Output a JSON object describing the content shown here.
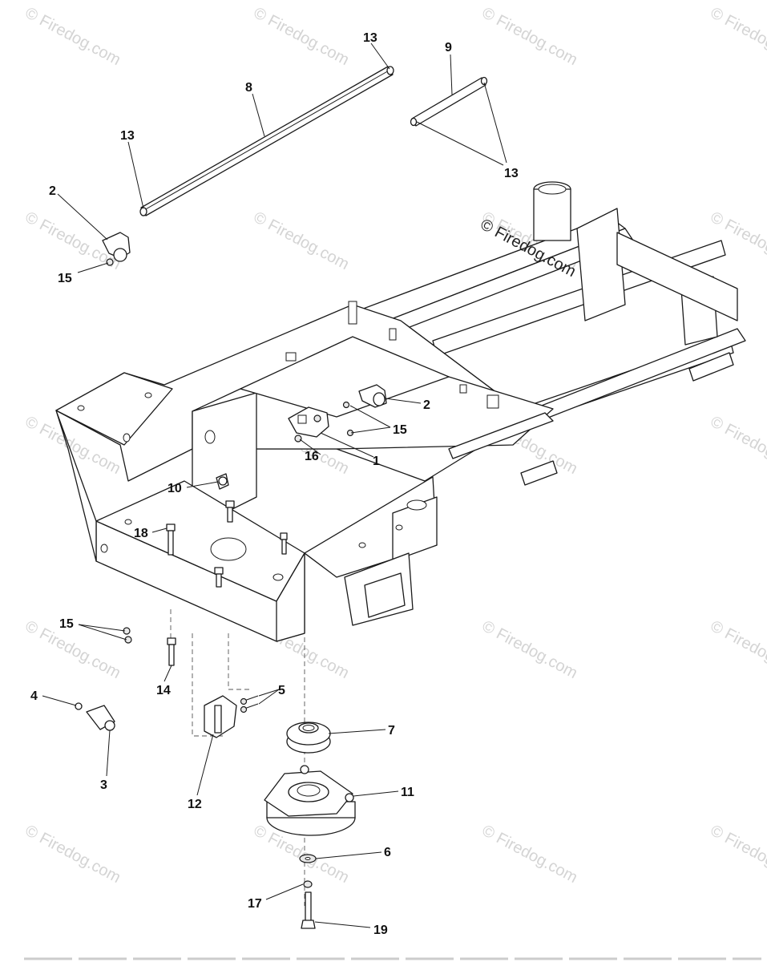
{
  "copyright": "© Firedog.com",
  "watermark": "© Firedog.com",
  "callouts": [
    {
      "id": "c13a",
      "label": "13"
    },
    {
      "id": "c8",
      "label": "8"
    },
    {
      "id": "c13b",
      "label": "13"
    },
    {
      "id": "c9",
      "label": "9"
    },
    {
      "id": "c13c",
      "label": "13"
    },
    {
      "id": "c2a",
      "label": "2"
    },
    {
      "id": "c15a",
      "label": "15"
    },
    {
      "id": "c2b",
      "label": "2"
    },
    {
      "id": "c15b",
      "label": "15"
    },
    {
      "id": "c16",
      "label": "16"
    },
    {
      "id": "c1",
      "label": "1"
    },
    {
      "id": "c10",
      "label": "10"
    },
    {
      "id": "c18",
      "label": "18"
    },
    {
      "id": "c15c",
      "label": "15"
    },
    {
      "id": "c14",
      "label": "14"
    },
    {
      "id": "c4",
      "label": "4"
    },
    {
      "id": "c3",
      "label": "3"
    },
    {
      "id": "c5",
      "label": "5"
    },
    {
      "id": "c12",
      "label": "12"
    },
    {
      "id": "c7",
      "label": "7"
    },
    {
      "id": "c11",
      "label": "11"
    },
    {
      "id": "c6",
      "label": "6"
    },
    {
      "id": "c17",
      "label": "17"
    },
    {
      "id": "c19",
      "label": "19"
    }
  ]
}
